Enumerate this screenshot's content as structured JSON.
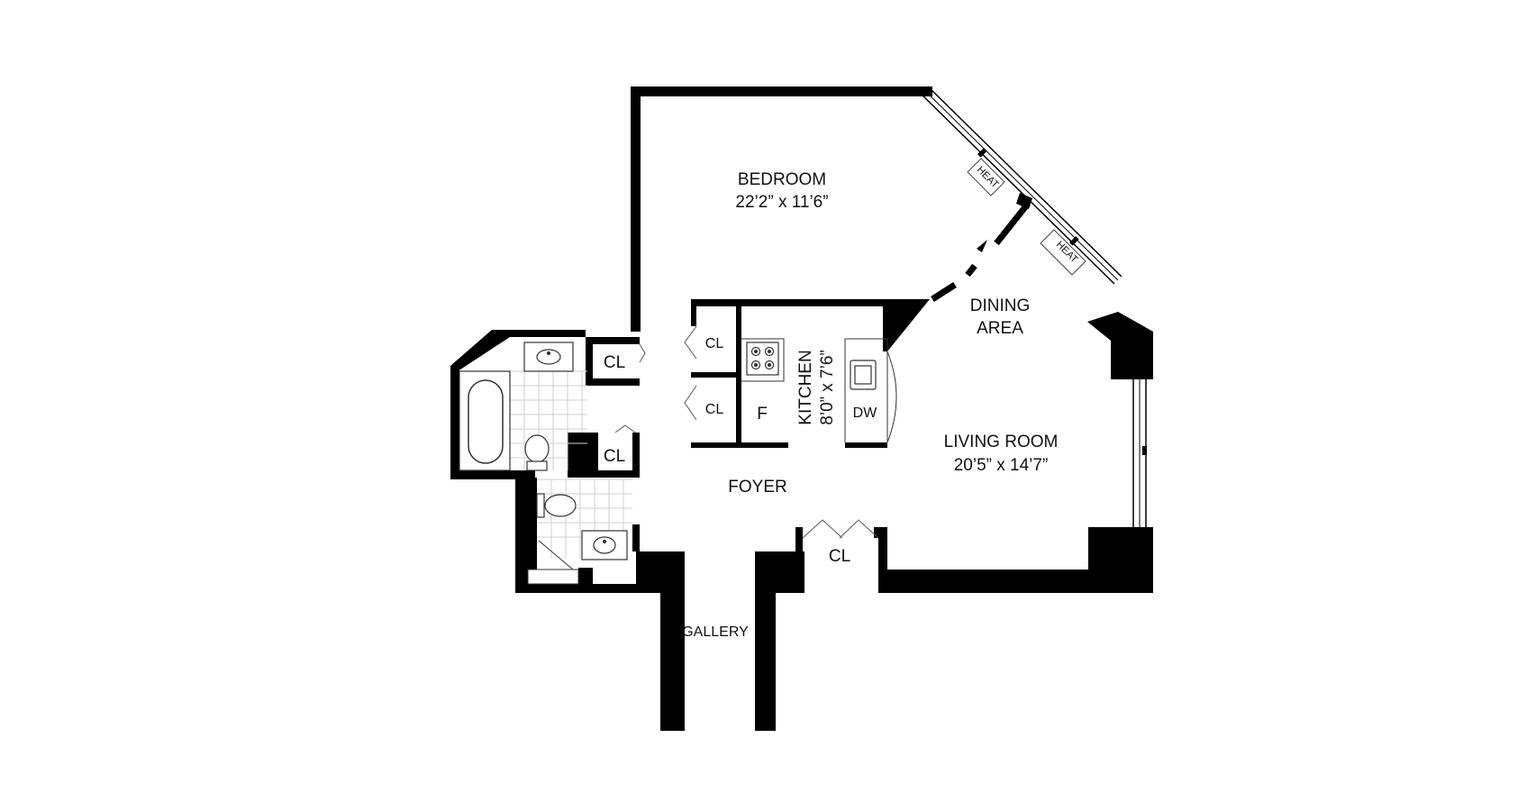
{
  "labels": {
    "bedroom": "BEDROOM",
    "bedroom_dim": "22’2” x 11’6”",
    "dining": "DINING",
    "dining_2": "AREA",
    "living": "LIVING ROOM",
    "living_dim": "20’5” x 14’7”",
    "kitchen": "KITCHEN",
    "kitchen_dim": "8’0” x 7’6”",
    "foyer": "FOYER",
    "gallery": "GALLERY",
    "fridge": "F",
    "dishwasher": "DW",
    "closet": "CL",
    "heat": "HEAT"
  },
  "colors": {
    "wall": "#000000",
    "fixture": "#333333",
    "tile": "#cfcfcf",
    "background": "#ffffff"
  },
  "icons": [
    "stove-icon",
    "kitchen-sink-icon",
    "bathtub-icon",
    "toilet-icon",
    "bathroom-sink-icon",
    "door-swing-icon",
    "window-icon",
    "heater-icon"
  ]
}
